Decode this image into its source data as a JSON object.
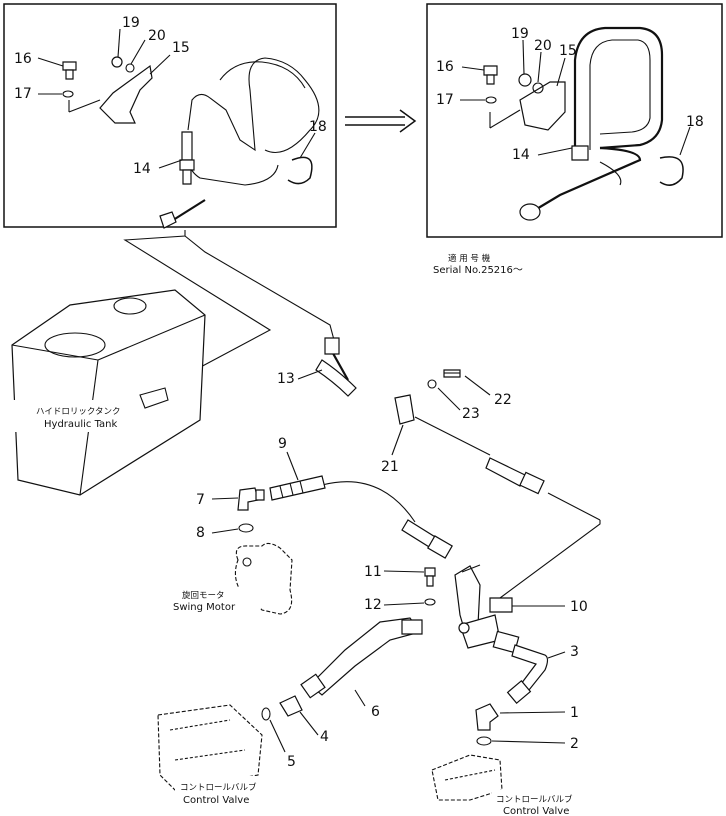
{
  "callouts": {
    "n1": "1",
    "n2": "2",
    "n3": "3",
    "n4": "4",
    "n5": "5",
    "n6": "6",
    "n7": "7",
    "n8": "8",
    "n9": "9",
    "n10": "10",
    "n11": "11",
    "n12": "12",
    "n13": "13",
    "n14": "14",
    "n15": "15",
    "n16": "16",
    "n17": "17",
    "n18": "18",
    "n19": "19",
    "n20": "20",
    "n21": "21",
    "n22": "22",
    "n23": "23",
    "r14": "14",
    "r15": "15",
    "r16": "16",
    "r17": "17",
    "r18": "18",
    "r19": "19",
    "r20": "20"
  },
  "labels": {
    "hydraulic_tank_jp": "ハイドロリックタンク",
    "hydraulic_tank_en": "Hydraulic Tank",
    "swing_motor_jp": "旋回モータ",
    "swing_motor_en": "Swing Motor",
    "control_valve_left_jp": "コントロールバルブ",
    "control_valve_left_en": "Control Valve",
    "control_valve_right_jp": "コントロールバルブ",
    "control_valve_right_en": "Control Valve",
    "serial_jp": "適 用 号 機",
    "serial_en": "Serial No.25216～"
  }
}
